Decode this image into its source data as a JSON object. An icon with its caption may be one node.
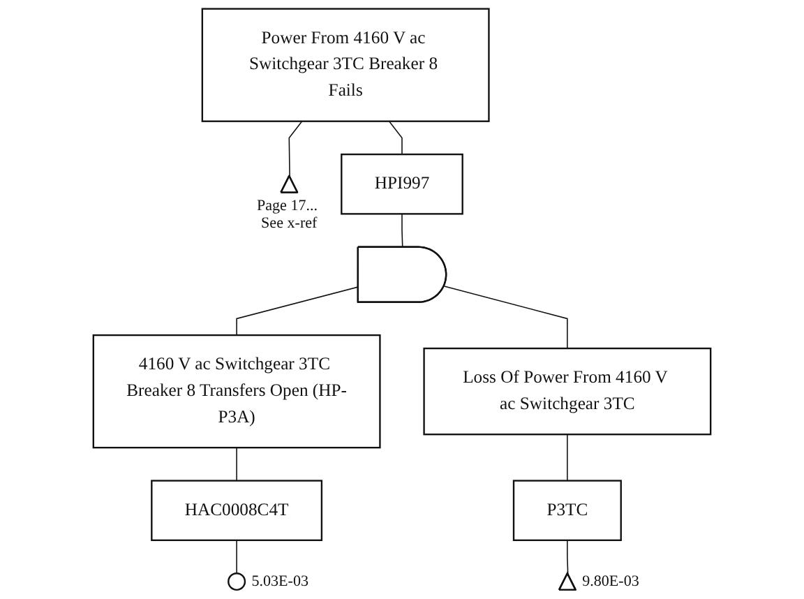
{
  "diagram": {
    "nodes": [
      {
        "text": [
          "Power From 4160 V ac Switchgear 3TC Breaker 8 Fails"
        ]
      },
      {
        "text": [],
        "shape": "triangle",
        "beside": [
          "Page 17... See x-ref"
        ]
      },
      {
        "text": [
          "HPI997"
        ]
      },
      {
        "text": [],
        "shape": "gate"
      },
      {
        "text": [
          "4160 V ac Switchgear 3TC Breaker 8 Transfers Open (HP-P3A)"
        ]
      },
      {
        "text": [
          "HAC0008C4T"
        ]
      },
      {
        "text": [],
        "shape": "circle",
        "beside": [
          "5.03E-03"
        ]
      },
      {
        "text": [
          "Loss Of Power From 4160 V ac Switchgear 3TC"
        ]
      },
      {
        "text": [
          "P3TC"
        ]
      },
      {
        "text": [],
        "shape": "triangle",
        "beside": [
          "9.80E-03"
        ]
      }
    ],
    "edges": [
      {
        "from": 0,
        "to": 1,
        "arrow": "none"
      },
      {
        "from": 0,
        "to": 2,
        "arrow": "none"
      },
      {
        "from": 2,
        "to": 3,
        "arrow": "none"
      },
      {
        "from": 3,
        "to": 4,
        "arrow": "none"
      },
      {
        "from": 3,
        "to": 7,
        "arrow": "none"
      },
      {
        "from": 4,
        "to": 5,
        "arrow": "none"
      },
      {
        "from": 5,
        "to": 6,
        "arrow": "none"
      },
      {
        "from": 7,
        "to": 8,
        "arrow": "none"
      },
      {
        "from": 8,
        "to": 9,
        "arrow": "none"
      }
    ]
  }
}
